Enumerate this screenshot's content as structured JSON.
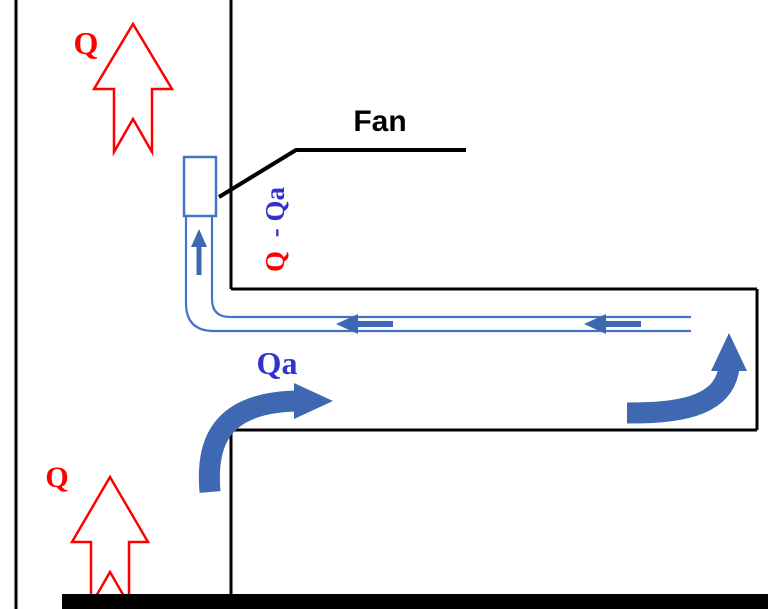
{
  "diagram": {
    "labels": {
      "q_top": "Q",
      "q_bottom": "Q",
      "fan": "Fan",
      "qa": "Qa",
      "duct_flow": {
        "full": "Q - Qa",
        "red_part": "Q",
        "blue_part": "- Qa"
      }
    },
    "colors": {
      "wall": "#000000",
      "airflow_red": "#ff0000",
      "airflow_blue": "#3e68b2",
      "duct_blue": "#4472c4",
      "label_blue": "#3333cc",
      "background": "#ffffff"
    }
  }
}
